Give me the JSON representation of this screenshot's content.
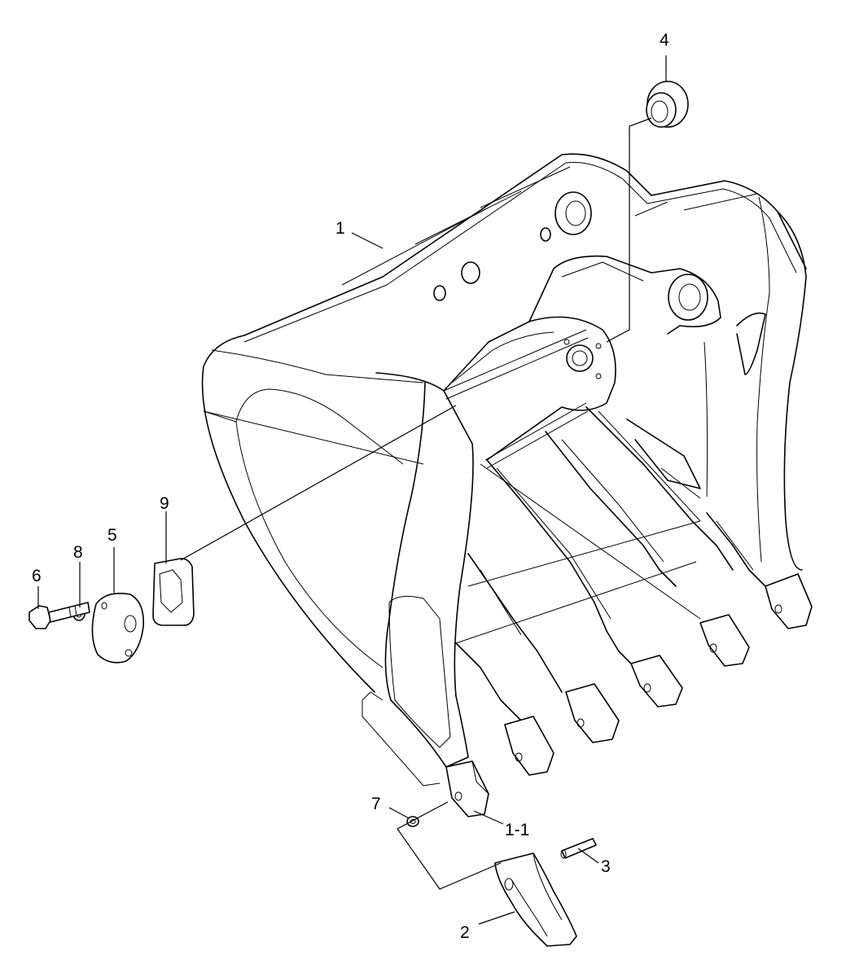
{
  "diagram": {
    "callouts": {
      "c1": "1",
      "c1_1": "1-1",
      "c2": "2",
      "c3": "3",
      "c4": "4",
      "c5": "5",
      "c6": "6",
      "c7": "7",
      "c8": "8",
      "c9": "9"
    }
  }
}
